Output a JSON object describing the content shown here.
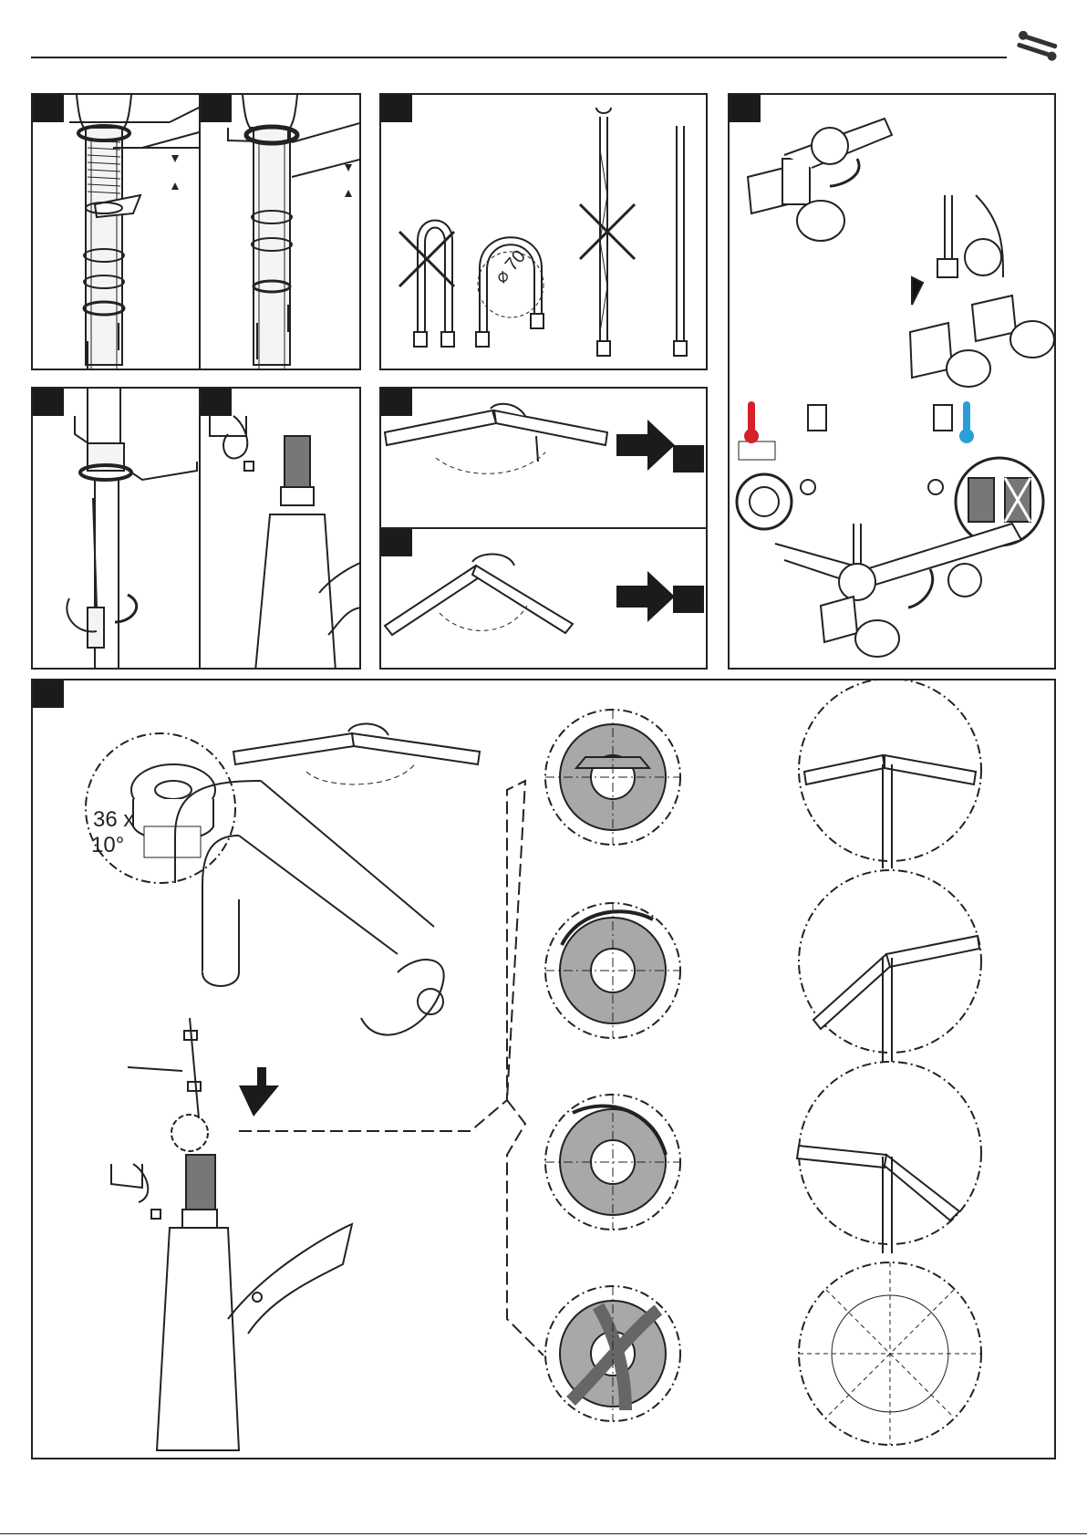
{
  "header": {
    "icon": "wrench-screwdriver-icon"
  },
  "panels": {
    "mount_a": {
      "icon": "mounting-thread-icon"
    },
    "mount_b": {
      "icon": "mounting-thread-icon"
    },
    "hoses": {
      "icon": "hose-icon"
    },
    "valves": {
      "icon": "angle-valve-icon",
      "hot_icon": "thermometer-hot-icon",
      "cold_icon": "thermometer-cold-icon"
    },
    "remove": {
      "icon": "screwdriver-icon"
    },
    "clip": {
      "icon": "clip-icon"
    },
    "spout_a": {
      "icon": "arrow-right-icon"
    },
    "spout_b": {
      "icon": "arrow-right-icon"
    },
    "rotation": {
      "detail_count": "36 x",
      "detail_angle": "10°",
      "diameter_label": "70",
      "icon": "arrow-down-icon"
    }
  },
  "colors": {
    "hot": "#d6202a",
    "cold": "#2a9fd6",
    "ink": "#1b1b1b",
    "ring": "#a8a8a8"
  }
}
